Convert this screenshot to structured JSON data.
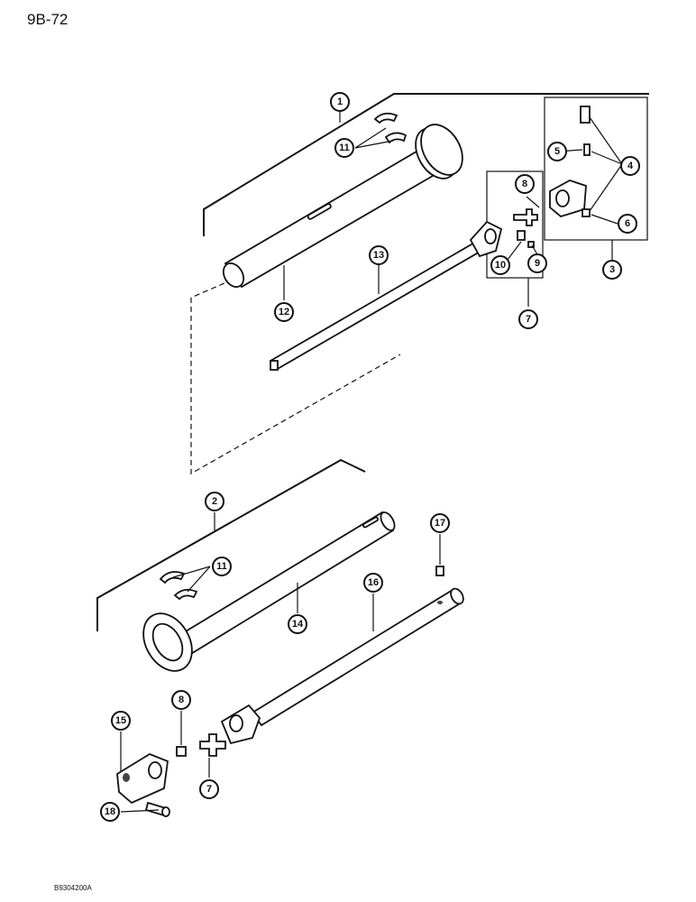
{
  "header": {
    "page_id": "9B-72"
  },
  "footer": {
    "doc_code": "B9304200A"
  },
  "callouts": [
    {
      "id": "c1",
      "label": "1"
    },
    {
      "id": "c2",
      "label": "2"
    },
    {
      "id": "c3",
      "label": "3"
    },
    {
      "id": "c4",
      "label": "4"
    },
    {
      "id": "c5",
      "label": "5"
    },
    {
      "id": "c6",
      "label": "6"
    },
    {
      "id": "c7a",
      "label": "7"
    },
    {
      "id": "c7b",
      "label": "7"
    },
    {
      "id": "c8a",
      "label": "8"
    },
    {
      "id": "c8b",
      "label": "8"
    },
    {
      "id": "c9",
      "label": "9"
    },
    {
      "id": "c10",
      "label": "10"
    },
    {
      "id": "c11a",
      "label": "11"
    },
    {
      "id": "c11b",
      "label": "11"
    },
    {
      "id": "c12",
      "label": "12"
    },
    {
      "id": "c13",
      "label": "13"
    },
    {
      "id": "c14",
      "label": "14"
    },
    {
      "id": "c15",
      "label": "15"
    },
    {
      "id": "c16",
      "label": "16"
    },
    {
      "id": "c17",
      "label": "17"
    },
    {
      "id": "c18",
      "label": "18"
    }
  ]
}
